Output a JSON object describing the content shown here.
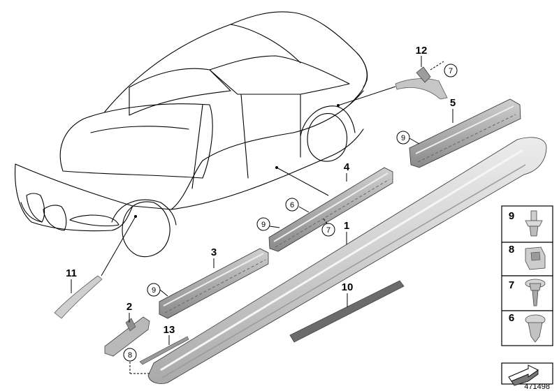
{
  "callouts": {
    "c1": "1",
    "c2": "2",
    "c3": "3",
    "c4": "4",
    "c5": "5",
    "c6": "6",
    "c7a": "7",
    "c7b": "7",
    "c8": "8",
    "c9a": "9",
    "c9b": "9",
    "c9c": "9",
    "c10": "10",
    "c11": "11",
    "c12": "12",
    "c13": "13"
  },
  "legend": {
    "items": [
      "9",
      "8",
      "7",
      "6"
    ]
  },
  "document_number": "471498",
  "colors": {
    "part_light": "#dcdcdc",
    "part_mid": "#b5b5b5",
    "part_dark": "#777777",
    "strip_dark": "#6b6b6b"
  },
  "icons": [
    "clip-icon",
    "nut-icon",
    "screw-icon",
    "expanding-rivet-icon",
    "arrow-icon"
  ]
}
